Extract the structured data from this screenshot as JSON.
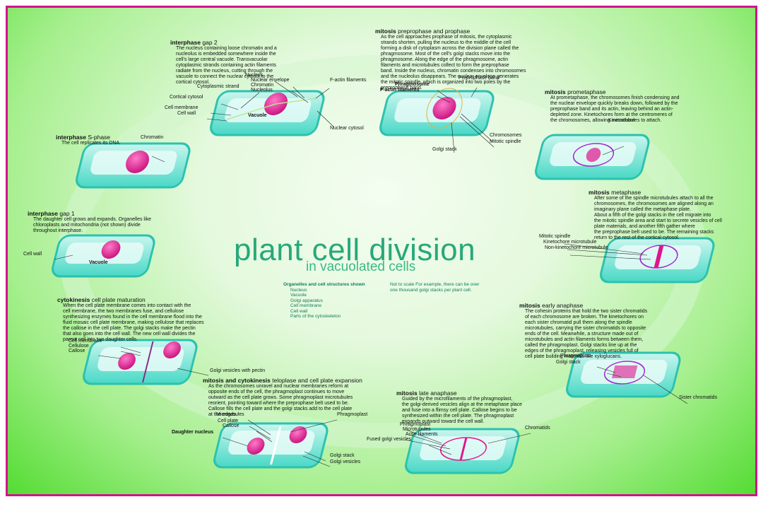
{
  "title": "plant cell division",
  "subtitle": "in vacuolated cells",
  "organelles": {
    "heading": "Organelles and cell structures shown",
    "items": [
      "Nucleus",
      "Vacuole",
      "Golgi apparatus",
      "Cell membrane",
      "Cell wall",
      "Parts of the cytoskeleton"
    ]
  },
  "scale_note": "Not to scale For example, there can be over\none thousand golgi stacks per plant cell.",
  "colors": {
    "frame": "#d0148a",
    "nucleus": "#e0158f",
    "cell": "#5fe0cf",
    "title": "#28a87a"
  },
  "stages": {
    "gap2": {
      "group": "interphase",
      "name": "gap 2",
      "text": "The nucleus containing loose chromatin and a\nnucleolus is embedded somewhere inside the\ncell's large central vacuole. Transvacuolar\ncytoplasmic strands containing actin filaments\nradiate from the nucleus, cutting through the\nvacuole to connect the nuclear cytosol to the\ncortical cytosol."
    },
    "sphase": {
      "group": "interphase",
      "name": "S-phase",
      "text": "The cell replicates its DNA."
    },
    "gap1": {
      "group": "interphase",
      "name": "gap 1",
      "text": "The daughter cell grows and expands. Organelles like\nchloroplasts and mitochondria (not shown) divide\nthroughout interphase."
    },
    "maturation": {
      "group": "cytokinesis",
      "name": "cell plate maturation",
      "text": "When the cell plate membrane comes into contact with the\ncell membrane, the two membranes fuse, and cellulose\nsynthesizing enzymes found in the cell membrane flood into the\nfluid mosaic cell plate membrane, making cellulose that replaces\nthe callose in the cell plate. The golgi stacks make the pectin\nthat also goes into the cell wall. The new cell wall divides the\nparent cell into two daughter cells."
    },
    "telophase": {
      "group": "mitosis and cytokinesis",
      "name": "teloplase and cell plate expansion",
      "text": "As the chromosomes unravel and nuclear membranes reform at\nopposite ends of the cell, the phragmoplast continues to move\noutward as the cell plate grows. Some phragmoplast microtubules\nreorient, pointing toward where the preprophase belt used to be.\nCallose fills the cell plate and the golgi stacks add to the cell plate\nat the edges."
    },
    "prophase": {
      "group": "mitosis",
      "name": "preprophase and prophase",
      "text": "As the cell approaches prophase of mitosis, the cytoplasmic\nstrands shorten, pulling the nucleus to the middle of the cell\nforming a disk of cytoplasm across the division plane called the\nphragmosome. Most of the cell's golgi stacks move into the\nphragmosome. Along the edge of the phragmosome, actin\nfilaments and microtubules collect to form the preprophase\nband. Inside the nucleus, chromatin condenses into chromosomes\nand the nucleolus disappears. The nuclear envelope generates\nthe mitotic spindle, which is organized into two poles by the\npreprophase band."
    },
    "prometaphase": {
      "group": "mitosis",
      "name": "prometaphase",
      "text": "At prometaphase, the chromosomes finish condensing and\nthe nuclear envelope quickly breaks down, followed by the\npreprophase band and its actin, leaving behind an actin-\ndepleted zone. Kinetochores form at the centromeres of\nthe chromosomes, allowing microtubules to attach."
    },
    "metaphase": {
      "group": "mitosis",
      "name": "metaphase",
      "text": "After some of the spindle microtubules attach to all the\nchromosomes, the chromosomes are aligned along an\nimaginary plane called the metaphase plate.\nAbout a fifth of the golgi stacks in the cell migrate into\nthe mitotic spindle area and start to secrete vesicles of cell\nplate materials, and another fifth gather where\nthe preprophase belt used to be. The remaining stacks\nreturn to the rest of the cortical cytosol."
    },
    "early_anaphase": {
      "group": "mitosis",
      "name": "early anaphase",
      "text": "The cohesin proteins that hold the two sister chromatids\nof each chromosome are broken. The kinetochores on\neach sister chromatid pull them along the spindle\nmicrotubules, carrying the sister chromatids to opposite\nends of the cell. Meanwhile, a structure made out of\nmicrotubules and actin filaments forms between them,\ncalled the phragmoplast. Golgi stacks line up at the\nedges of the phragmoplast, releasing vesicles full of\ncell plate building materials like xyloglucans."
    },
    "late_anaphase": {
      "group": "mitosis",
      "name": "late anaphase",
      "text": "Guided by the microfilaments of the phragmoplast,\nthe golgi-derived vesicles align at the metaphase place\nand fuse into a flimsy cell plate. Callose begins to be\nsynthesized within the cell plate. The phragmoplast\nexpands outward toward the cell wall."
    }
  },
  "labels": {
    "nucleus": "Nucleus",
    "nuclear_envelope": "Nuclear envelope",
    "chromatin": "Chromatin",
    "nucleolus": "Nucleolus",
    "f_actin": "F-actin filaments",
    "cytoplasmic_strand": "Cytoplasmic strand",
    "cortical_cytosol": "Cortical cytosol",
    "cell_membrane": "Cell membrane",
    "cell_wall": "Cell wall",
    "vacuole": "Vacuole",
    "nuclear_cytosol": "Nuclear cytosol",
    "preprophase_band": "Preprophase band",
    "phragmosome": "Phragmosome",
    "f_actin_2": "F-actin filaments",
    "chromosomes": "Chromosomes",
    "mitotic_spindle": "Mitotic spindle",
    "golgi_stack": "Golgi stack",
    "kinetochore": "Kinetochore",
    "mitotic_spindle_2": "Mitotic spindle",
    "kinetochore_mt": "Kinetochore microtubule",
    "non_kinetochore_mt": "Non-kinetochore microtubule",
    "chromatin_s": "Chromatin",
    "cell_wall_g1": "Cell wall",
    "vacuole_g1": "Vacuole",
    "phragmoplast_ea": "Phragmoplast",
    "golgi_stack_ea": "Golgi stack",
    "sister_chromatids": "Sister chromatids",
    "cell_membrane_m": "Cell membrane",
    "cellulose": "Cellulose",
    "callose_m": "Callose",
    "golgi_pectin": "Golgi vesicles with pectin",
    "microtubules_t": "Microtubules",
    "phragmoplast_t": "Phragmoplast",
    "cell_plate": "Cell plate",
    "callose_t": "Callose",
    "daughter_nucleus": "Daughter nucleus",
    "golgi_stack_t": "Golgi stack",
    "golgi_vesicles_t": "Golgi vesicles",
    "phragmoplast_la": "Phragmoplast",
    "microtubules_la": "Microtubules",
    "actin_la": "Actin filaments",
    "chromatids_la": "Chromatids",
    "fused_golgi": "Fused golgi vesicles"
  }
}
